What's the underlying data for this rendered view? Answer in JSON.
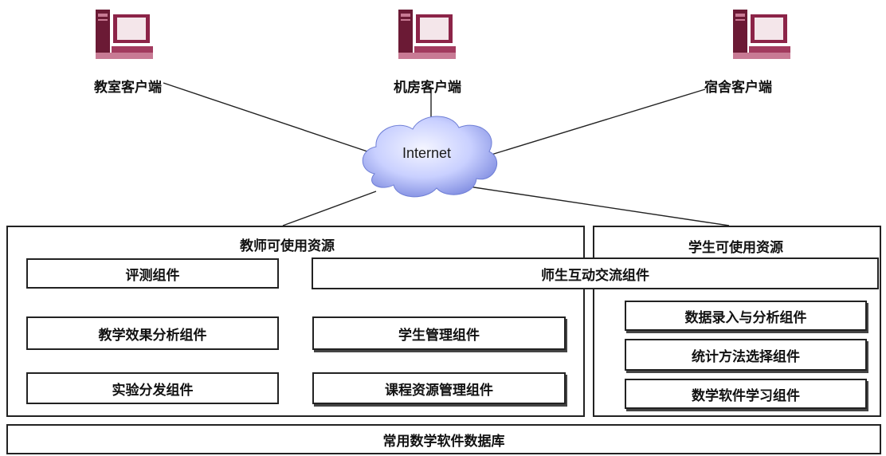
{
  "clients": [
    {
      "label": "教室客户端",
      "icon": "computer-icon"
    },
    {
      "label": "机房客户端",
      "icon": "computer-icon"
    },
    {
      "label": "宿舍客户端",
      "icon": "computer-icon"
    }
  ],
  "network": {
    "label": "Internet",
    "icon": "cloud-icon"
  },
  "teacher_panel": {
    "title": "教师可使用资源",
    "components": {
      "evaluation": "评测组件",
      "teaching_analysis": "教学效果分析组件",
      "student_management": "学生管理组件",
      "experiment": "实验分发组件",
      "course_resource": "课程资源管理组件"
    }
  },
  "shared": {
    "interaction": "师生互动交流组件"
  },
  "student_panel": {
    "title": "学生可使用资源",
    "components": {
      "data_entry": "数据录入与分析组件",
      "stat_method": "统计方法选择组件",
      "math_software": "数学软件学习组件"
    }
  },
  "database": {
    "label": "常用数学软件数据库"
  },
  "colors": {
    "computer_dark": "#6b1a35",
    "computer_mid": "#a23a5e",
    "computer_light": "#c87a94",
    "cloud_light": "#e8ecff",
    "cloud_dark": "#7f8ee0",
    "line": "#222222"
  }
}
